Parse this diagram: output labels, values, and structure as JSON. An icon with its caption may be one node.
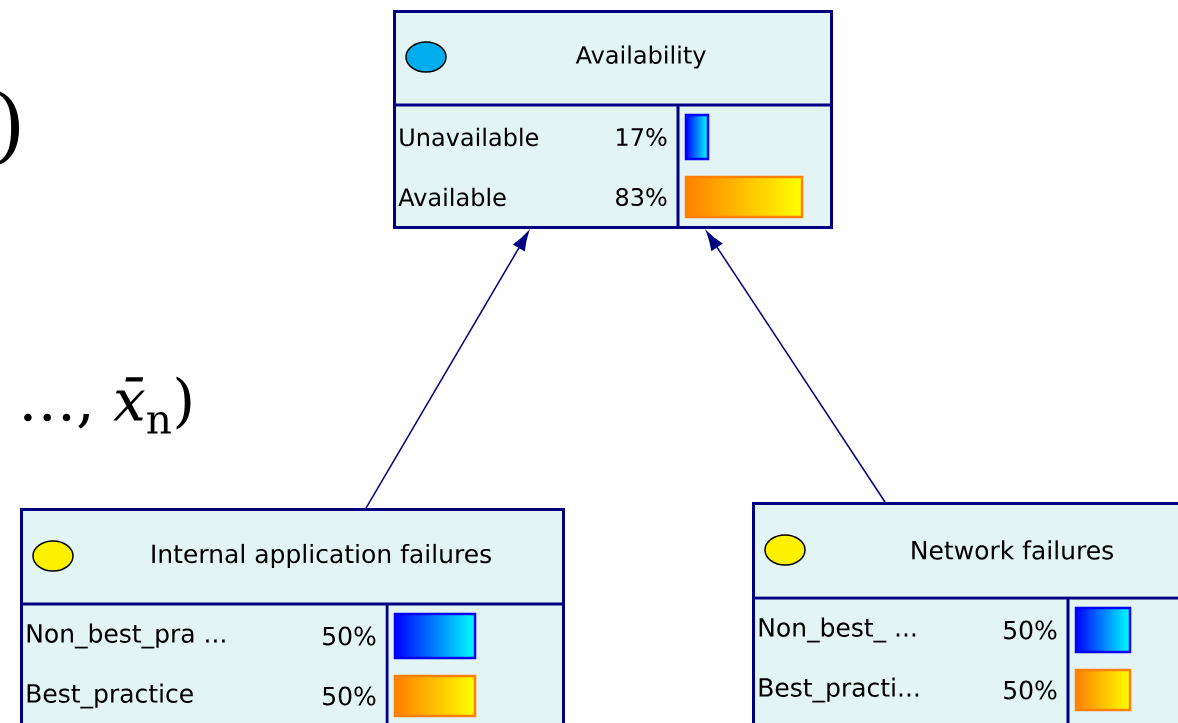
{
  "diagram": {
    "nodes": [
      {
        "text": [
          "Availability",
          "Unavailable",
          "17%",
          "Available",
          "83%"
        ]
      },
      {
        "text": [
          "Internal application failures",
          "Non_best_pra ...",
          "50%",
          "Best_practice",
          "50%"
        ]
      },
      {
        "text": [
          "Network failures",
          "Non_best_ ...",
          "50%",
          "Best_practi...",
          "50%"
        ]
      }
    ],
    "edges": [
      {
        "from": 1,
        "to": 0,
        "arrow": "to"
      },
      {
        "from": 2,
        "to": 0,
        "arrow": "to"
      }
    ],
    "labels": [
      ")",
      "…, *x̄*$_{n}$)"
    ]
  }
}
